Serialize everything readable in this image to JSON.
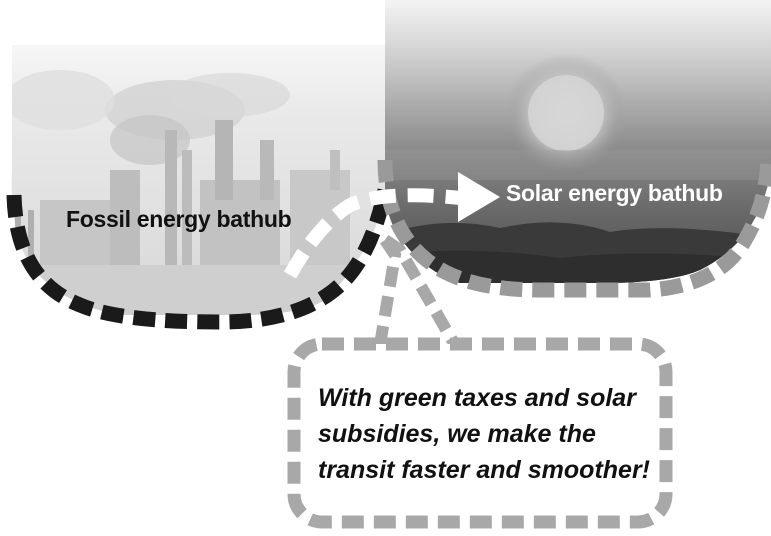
{
  "fossil_tub": {
    "label": "Fossil energy bathub"
  },
  "solar_tub": {
    "label": "Solar energy bathub"
  },
  "callout": {
    "lines": [
      "With green taxes and solar",
      "subsidies, we make the",
      "transit faster and smoother!"
    ]
  },
  "colors": {
    "fossil_outline": "#1a1a1a",
    "solar_outline": "#9a9a9a",
    "transfer_arrow": "#ffffff",
    "callout_outline": "#a8a8a8"
  }
}
